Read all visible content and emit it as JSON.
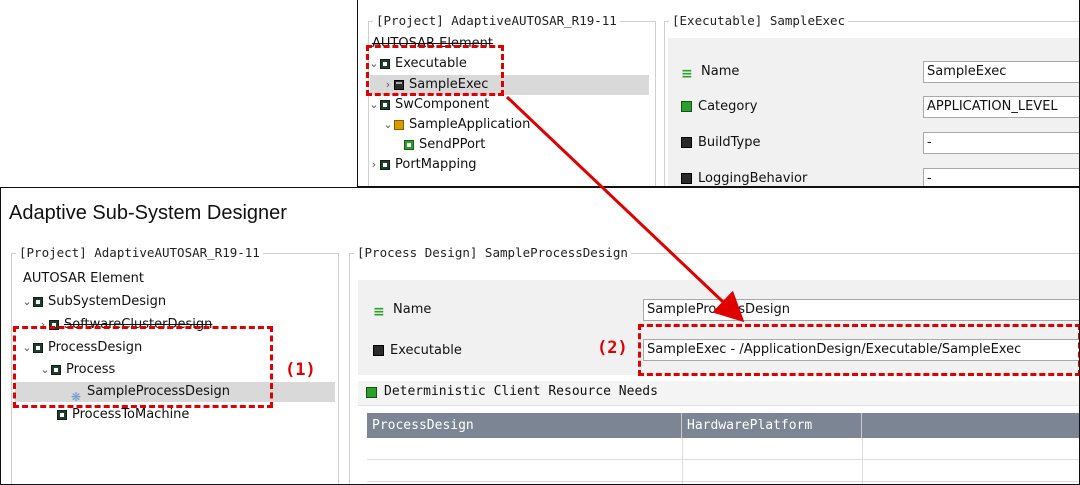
{
  "top_panel": {
    "project_title": "[Project] AdaptiveAUTOSAR_R19-11",
    "detail_title": "[Executable] SampleExec",
    "tree": [
      {
        "label": "AUTOSAR Element"
      },
      {
        "label": "Executable"
      },
      {
        "label": "SampleExec"
      },
      {
        "label": "SwComponent"
      },
      {
        "label": "SampleApplication"
      },
      {
        "label": "SendPPort"
      },
      {
        "label": "PortMapping"
      }
    ],
    "fields": [
      {
        "label": "Name",
        "value": "SampleExec"
      },
      {
        "label": "Category",
        "value": "APPLICATION_LEVEL"
      },
      {
        "label": "BuildType",
        "value": "-"
      },
      {
        "label": "LoggingBehavior",
        "value": "-"
      }
    ]
  },
  "main_panel": {
    "app_title": "Adaptive Sub-System Designer",
    "project_title": "[Project] AdaptiveAUTOSAR_R19-11",
    "detail_title": "[Process Design] SampleProcessDesign",
    "tree": [
      {
        "label": "AUTOSAR Element"
      },
      {
        "label": "SubSystemDesign"
      },
      {
        "label": "SoftwareClusterDesign"
      },
      {
        "label": "ProcessDesign"
      },
      {
        "label": "Process"
      },
      {
        "label": "SampleProcessDesign"
      },
      {
        "label": "ProcessToMachine"
      }
    ],
    "fields": [
      {
        "label": "Name",
        "value": "SampleProcessDesign"
      },
      {
        "label": "Executable",
        "value": "SampleExec - /ApplicationDesign/Executable/SampleExec"
      }
    ],
    "section_title": "Deterministic Client Resource Needs",
    "table_headers": [
      "ProcessDesign",
      "HardwarePlatform",
      ""
    ]
  },
  "annotations": {
    "label_1": "(1)",
    "label_2": "(2)",
    "color": "#e00000"
  }
}
